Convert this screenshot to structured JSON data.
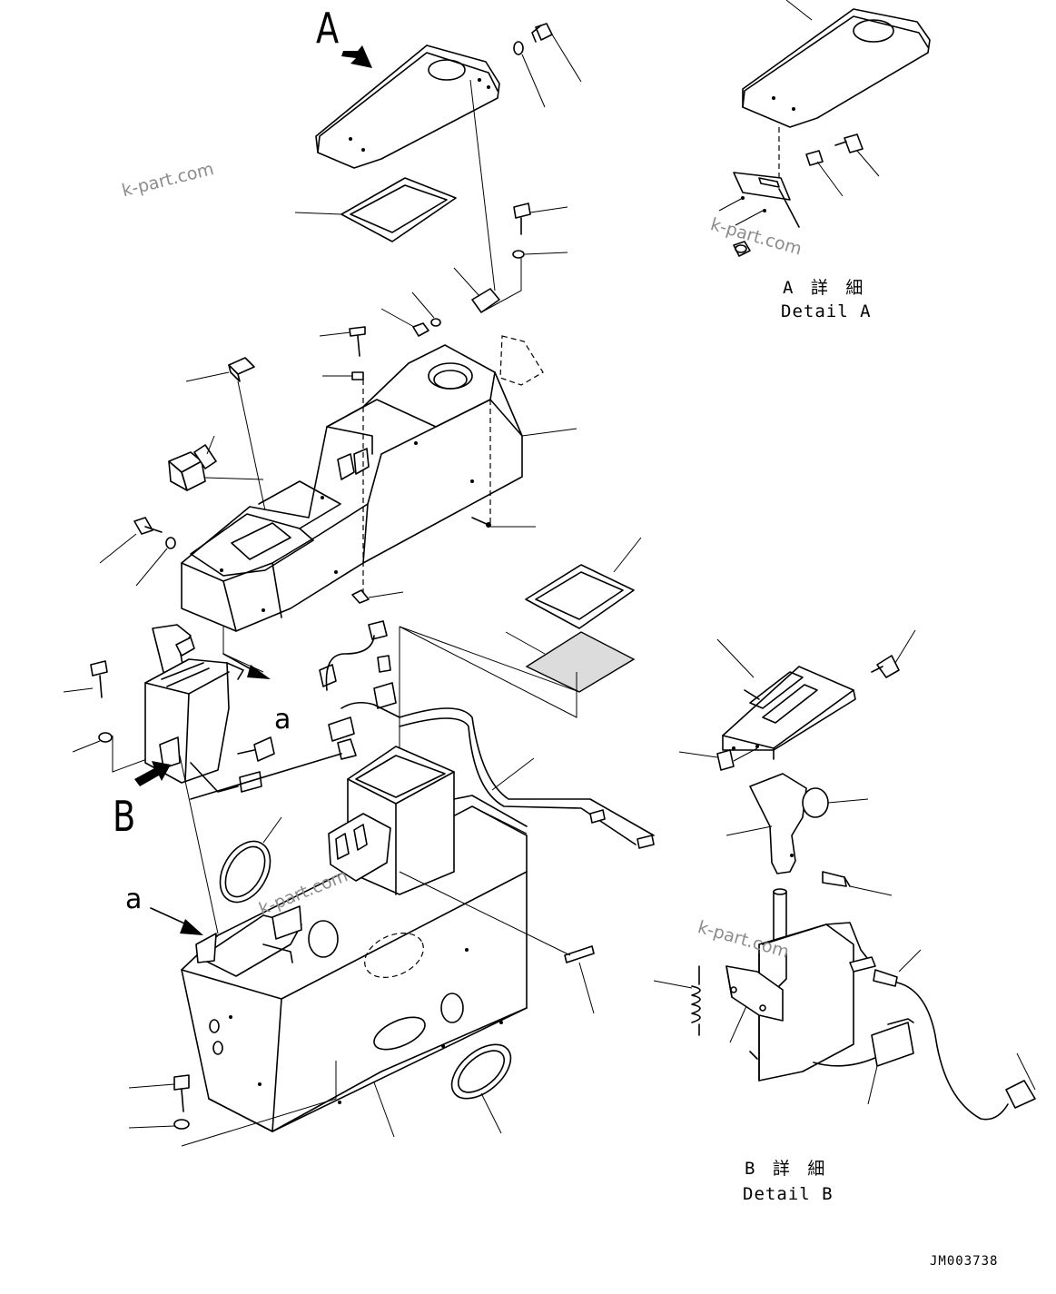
{
  "view_labels": {
    "view_a": "A",
    "view_b": "B",
    "ref_a_upper": "a",
    "ref_a_lower": "a"
  },
  "detail_a": {
    "jp": "A 詳 細",
    "en": "Detail A"
  },
  "detail_b": {
    "jp": "B 詳 細",
    "en": "Detail B"
  },
  "drawing_code": "JM003738",
  "watermark": "k-part.com",
  "colors": {
    "line": "#000000",
    "background": "#ffffff",
    "watermark": "#8c8c8c"
  }
}
